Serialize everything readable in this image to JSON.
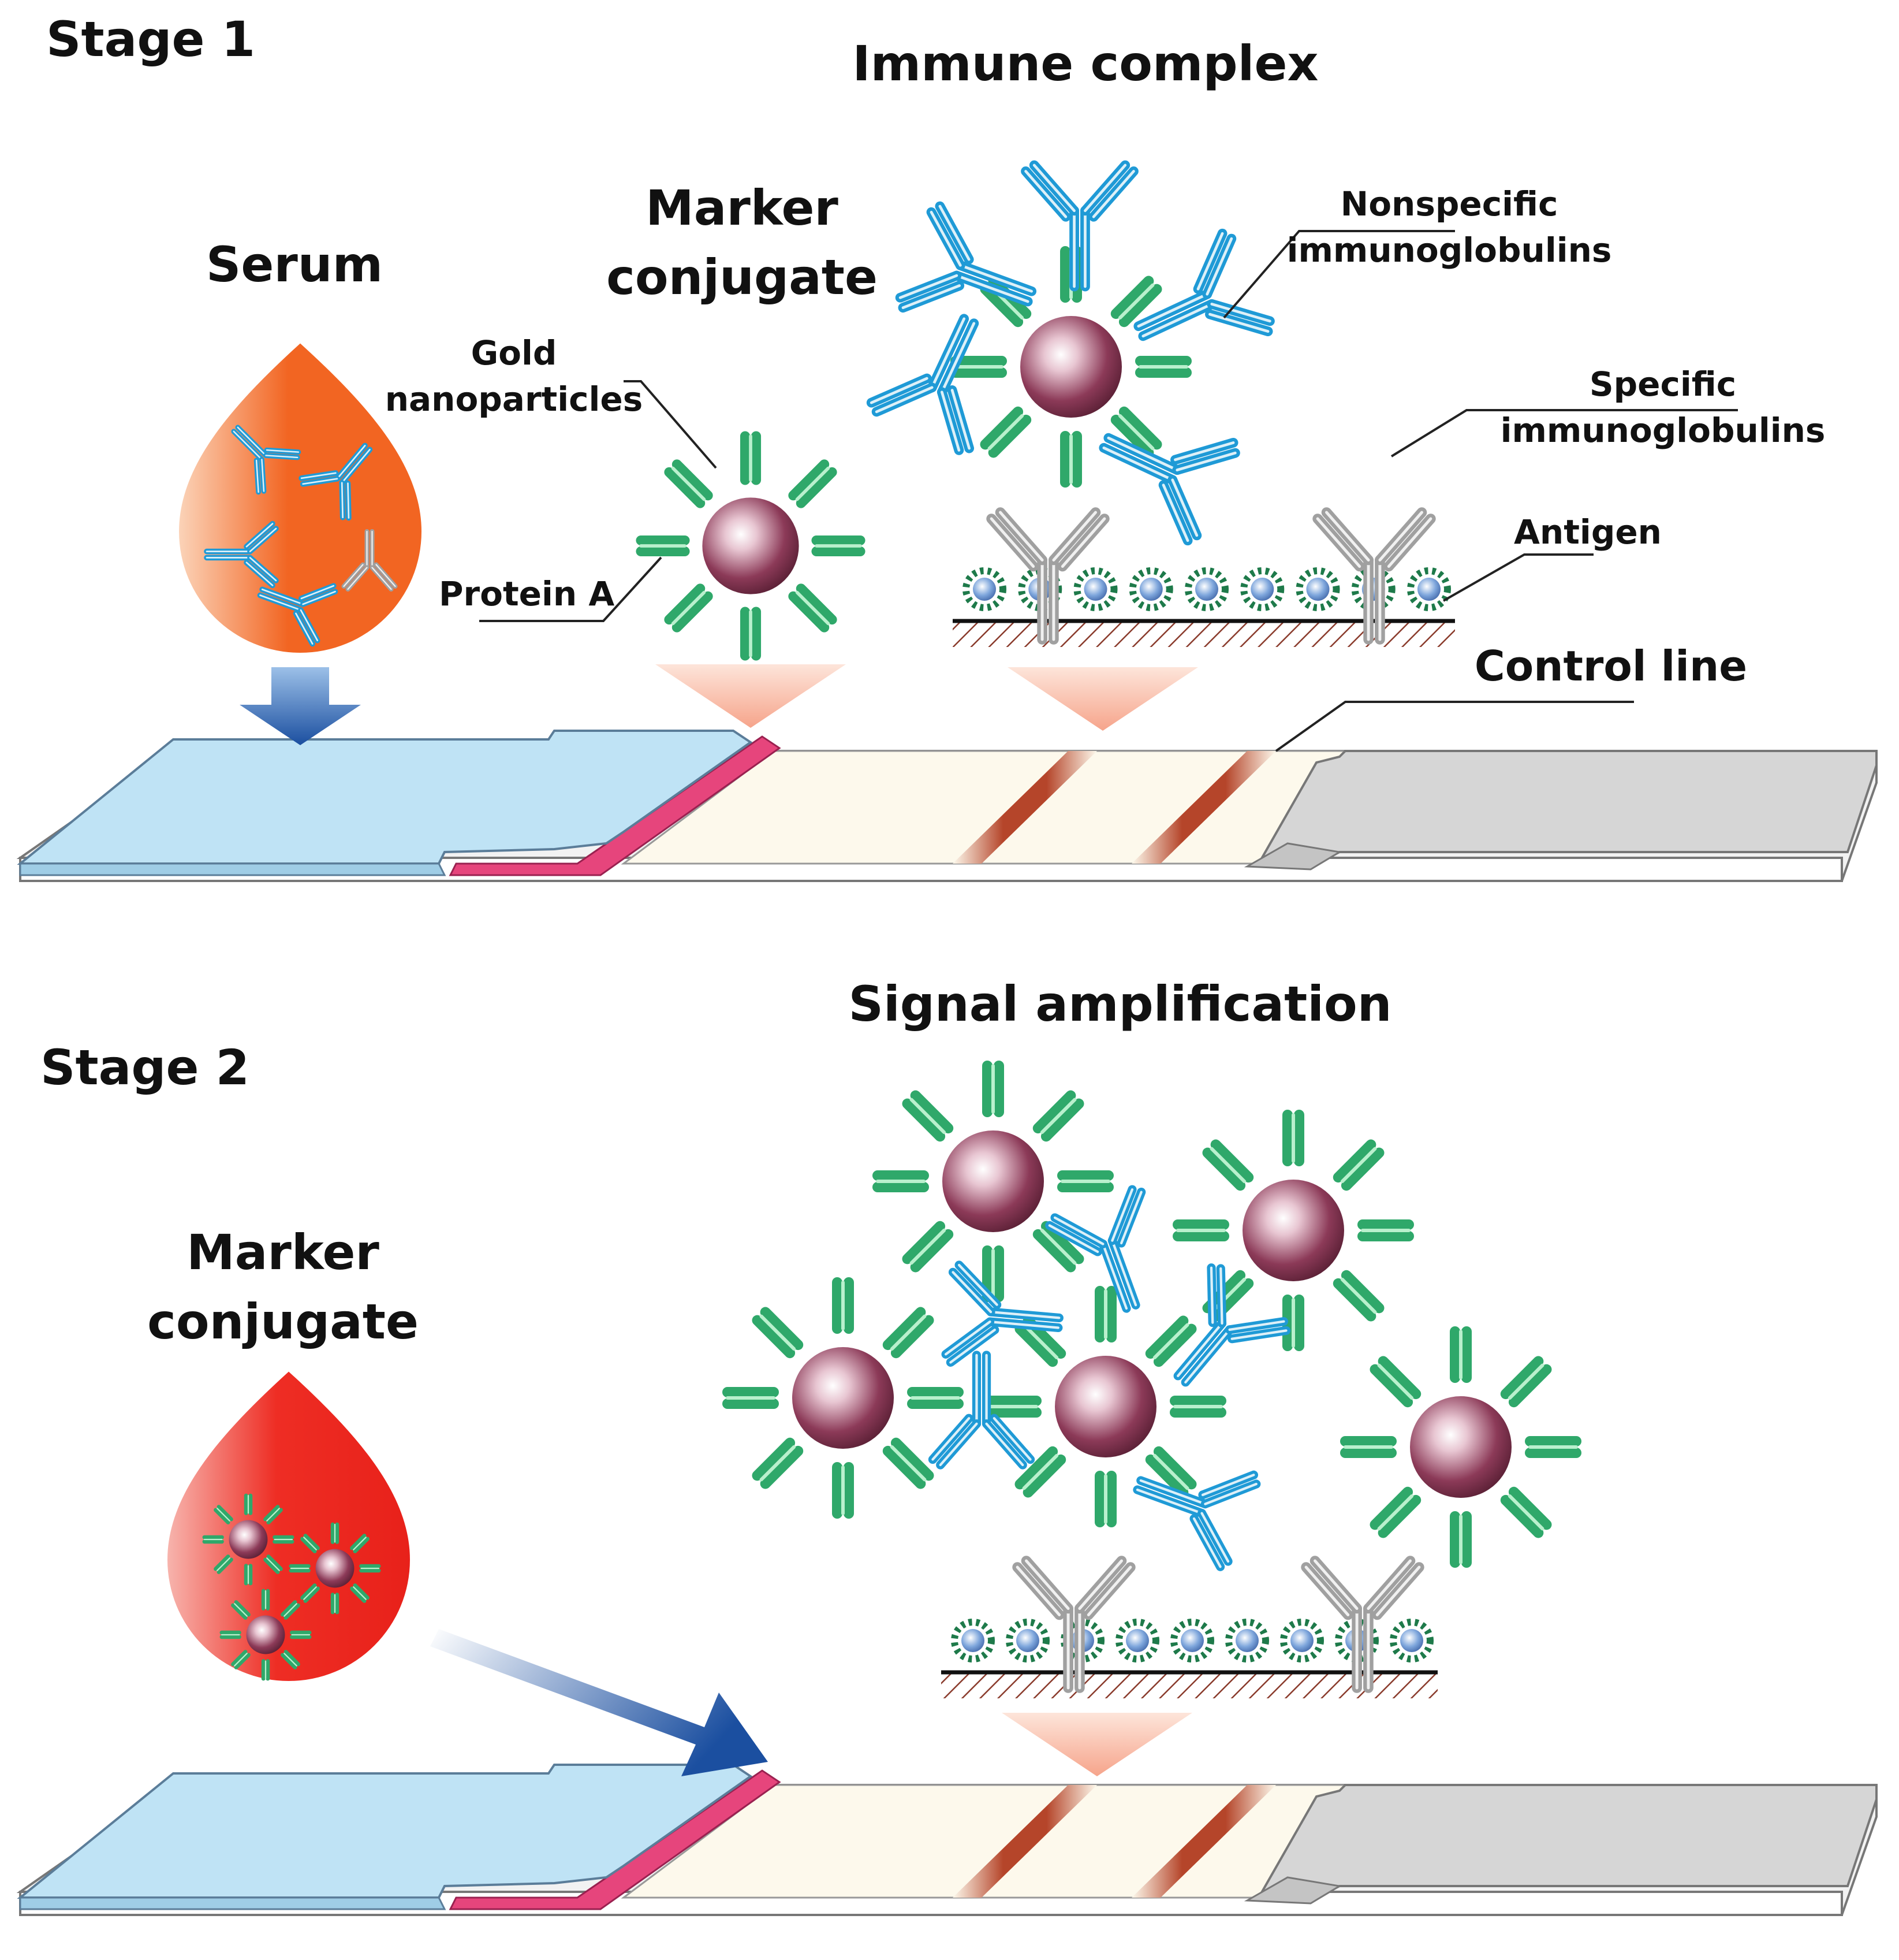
{
  "stage1": {
    "title": "Stage 1",
    "serum": "Serum",
    "marker_conjugate": [
      "Marker",
      "conjugate"
    ],
    "immune_complex": "Immune complex",
    "gold_nanoparticles": [
      "Gold",
      "nanoparticles"
    ],
    "protein_a": "Protein A",
    "nonspecific": [
      "Nonspecific",
      "immunoglobulins"
    ],
    "specific": [
      "Specific",
      "immunoglobulins"
    ],
    "antigen": "Antigen",
    "control_line": "Control line"
  },
  "stage2": {
    "title": "Stage 2",
    "marker_conjugate": [
      "Marker",
      "conjugate"
    ],
    "signal_amplification": "Signal amplification"
  },
  "colors": {
    "serum_drop": "#f26522",
    "conjugate_drop": "#ee2d24",
    "igg_blue": "#1f9ad6",
    "igg_gray": "#a0a0a0",
    "protein_a_green": "#2fa86a",
    "gold_particle": "#8c3a58",
    "sample_pad": "#bfe3f5",
    "conjugate_pad": "#e6457c",
    "membrane": "#fdf9ec",
    "test_line": "#b5452a",
    "absorbent_pad": "#d6d6d6",
    "arrow": "#1b4fa0"
  }
}
